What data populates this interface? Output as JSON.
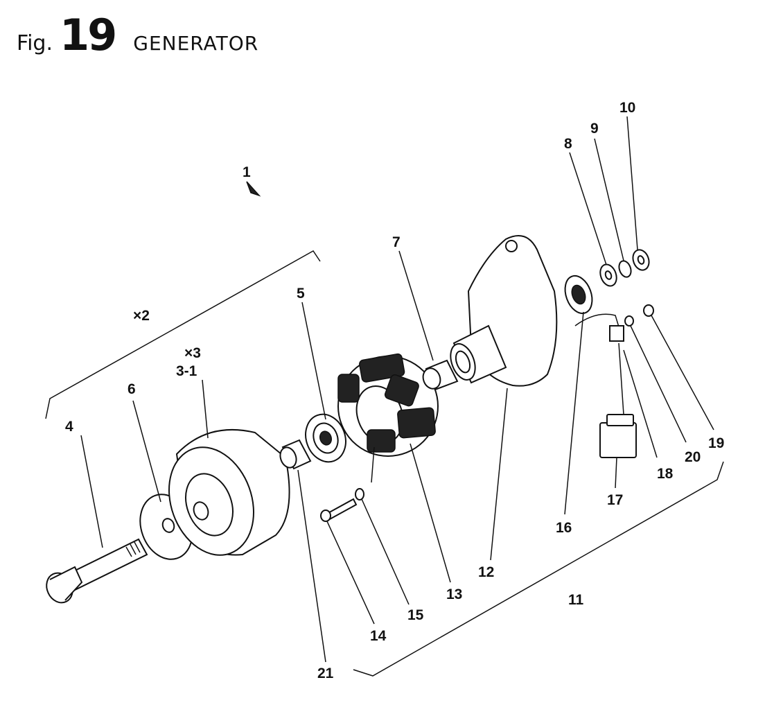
{
  "header": {
    "prefix": "Fig.",
    "number": "19",
    "title": "GENERATOR"
  },
  "labels": {
    "l1": "1",
    "l2x": "×2",
    "l3x": "×3",
    "l3_1": "3-1",
    "l4": "4",
    "l5": "5",
    "l6": "6",
    "l7": "7",
    "l8": "8",
    "l9": "9",
    "l10": "10",
    "l11": "11",
    "l12": "12",
    "l13": "13",
    "l14": "14",
    "l15": "15",
    "l16": "16",
    "l17": "17",
    "l18": "18",
    "l19": "19",
    "l20": "20",
    "l21": "21"
  }
}
